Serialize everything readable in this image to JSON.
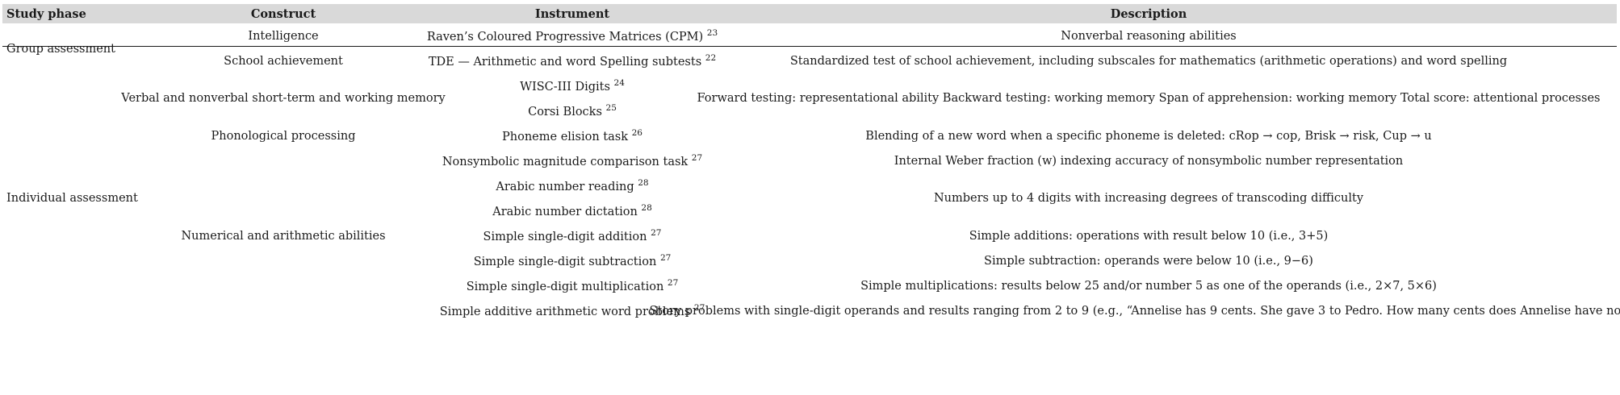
{
  "table": {
    "headers": {
      "phase": "Study phase",
      "construct": "Construct",
      "instrument": "Instrument",
      "description": "Description"
    },
    "phases": {
      "group": "Group assessment",
      "individual": "Individual assessment"
    },
    "constructs": {
      "intelligence": "Intelligence",
      "school": "School achievement",
      "memory": "Verbal and nonverbal short-term and working memory",
      "phonological": "Phonological processing",
      "numerical": "Numerical and arithmetic abilities"
    },
    "instruments": [
      {
        "name": "Raven’s Coloured Progressive Matrices (CPM)",
        "ref": "23"
      },
      {
        "name": "TDE — Arithmetic and word Spelling subtests",
        "ref": "22"
      },
      {
        "name": "WISC-III Digits",
        "ref": "24"
      },
      {
        "name": "Corsi Blocks",
        "ref": "25"
      },
      {
        "name": "Phoneme elision task",
        "ref": "26"
      },
      {
        "name": "Nonsymbolic magnitude comparison task",
        "ref": "27"
      },
      {
        "name": "Arabic number reading",
        "ref": "28"
      },
      {
        "name": "Arabic number dictation",
        "ref": "28"
      },
      {
        "name": "Simple single-digit addition",
        "ref": "27"
      },
      {
        "name": "Simple single-digit subtraction",
        "ref": "27"
      },
      {
        "name": "Simple single-digit multiplication",
        "ref": "27"
      },
      {
        "name": "Simple additive arithmetic word problems",
        "ref": "27"
      }
    ],
    "descriptions": {
      "cpm": "Nonverbal reasoning abilities",
      "tde": "Standardized test of school achievement, including subscales for mathematics (arithmetic operations) and word spelling",
      "memory": "Forward testing: representational ability Backward testing: working memory Span of apprehension: working memory Total score: attentional processes",
      "phoneme": "Blending of a new word when a specific phoneme is deleted: cRop → cop, Brisk → risk, Cup → u",
      "weber": "Internal Weber fraction (w) indexing accuracy of nonsymbolic number representation",
      "arabic": "Numbers up to 4 digits with increasing degrees of transcoding difficulty",
      "addition": "Simple additions: operations with result below 10 (i.e., 3+5)",
      "subtraction": "Simple subtraction: operands were below 10 (i.e., 9−6)",
      "multiplication": "Simple multiplications: results below 25 and/or number 5 as one of the operands (i.e., 2×7, 5×6)",
      "word_problems": "Story problems with single-digit operands and results ranging from 2 to 9 (e.g., “Annelise has 9 cents. She gave 3 to Pedro. How many cents does Annelise have now?”)"
    }
  }
}
